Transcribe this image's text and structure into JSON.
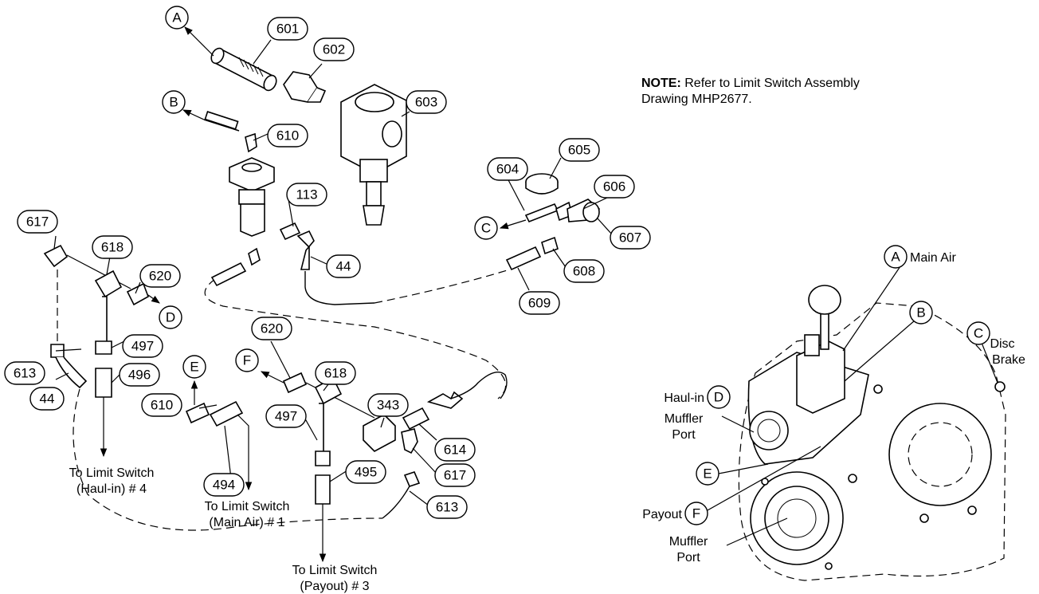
{
  "note": {
    "label": "NOTE:",
    "text": "Refer to Limit Switch Assembly Drawing MHP2677."
  },
  "part_callouts": {
    "p601": "601",
    "p602": "602",
    "p603": "603",
    "p604": "604",
    "p605": "605",
    "p606": "606",
    "p607": "607",
    "p608": "608",
    "p609": "609",
    "p610a": "610",
    "p610b": "610",
    "p113": "113",
    "p44a": "44",
    "p44b": "44",
    "p617a": "617",
    "p617b": "617",
    "p618a": "618",
    "p618b": "618",
    "p620a": "620",
    "p620b": "620",
    "p497a": "497",
    "p497b": "497",
    "p496": "496",
    "p495": "495",
    "p494": "494",
    "p613a": "613",
    "p613b": "613",
    "p343": "343",
    "p614": "614"
  },
  "port_letters": {
    "A": "A",
    "B": "B",
    "C": "C",
    "D": "D",
    "E": "E",
    "F": "F"
  },
  "destinations": {
    "haulin_line1": "To Limit Switch",
    "haulin_line2": "(Haul-in) # 4",
    "mainair_line1": "To Limit Switch",
    "mainair_line2": "(Main Air) # 1",
    "payout_line1": "To Limit Switch",
    "payout_line2": "(Payout) # 3"
  },
  "port_labels": {
    "main_air": "Main Air",
    "disc_brake_1": "Disc",
    "disc_brake_2": "Brake",
    "haulin": "Haul-in",
    "muffler_port_1": "Muffler",
    "muffler_port_2": "Port",
    "payout": "Payout",
    "muffler2_1": "Muffler",
    "muffler2_2": "Port"
  }
}
